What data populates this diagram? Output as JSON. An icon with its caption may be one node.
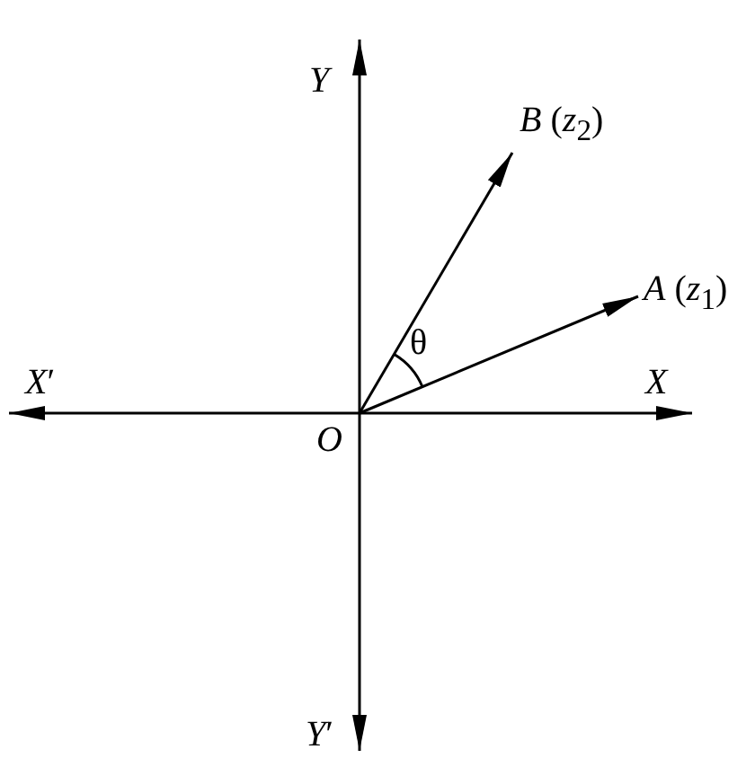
{
  "diagram": {
    "nodes": [
      {
        "text": [
          "*O*"
        ]
      },
      {
        "text": [
          "*A* (*z*$_{1}$)"
        ]
      },
      {
        "text": [
          "*B* (*z*$_{2}$)"
        ]
      }
    ],
    "edges": [
      {
        "from": 0,
        "to": 1,
        "arrow": "to"
      },
      {
        "from": 0,
        "to": 2,
        "arrow": "to"
      }
    ],
    "labels": [
      "*Y*",
      "*X*′",
      "*X*",
      "θ",
      "*Y*′"
    ]
  }
}
